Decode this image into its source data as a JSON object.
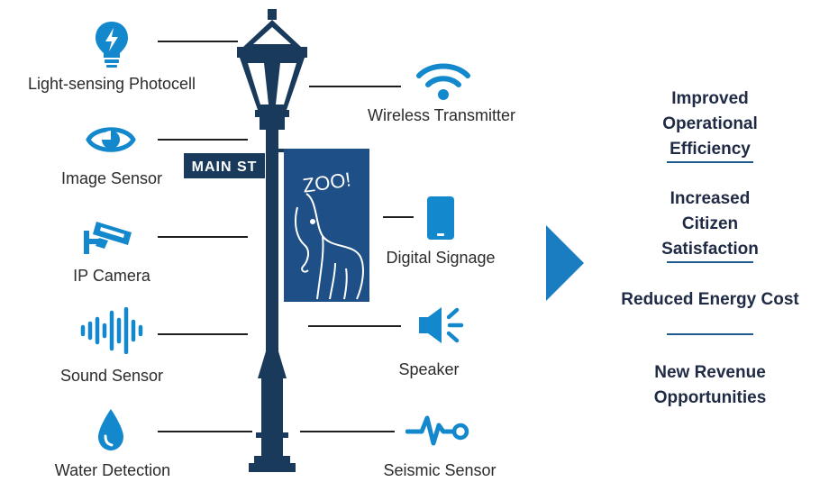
{
  "colors": {
    "icon_blue": "#1488cc",
    "pole_navy": "#1a3a5c",
    "banner_blue": "#1e4f86",
    "arrow_blue": "#1a7dc2",
    "text_dark": "#2b2b2b"
  },
  "sensors_left": [
    {
      "label": "Light-sensing Photocell",
      "icon": "lightbulb-bolt-icon"
    },
    {
      "label": "Image Sensor",
      "icon": "eye-icon"
    },
    {
      "label": "IP Camera",
      "icon": "security-camera-icon"
    },
    {
      "label": "Sound Sensor",
      "icon": "sound-wave-icon"
    },
    {
      "label": "Water Detection",
      "icon": "water-drop-icon"
    }
  ],
  "sensors_right": [
    {
      "label": "Wireless Transmitter",
      "icon": "wifi-icon"
    },
    {
      "label": "Digital Signage",
      "icon": "smartphone-icon"
    },
    {
      "label": "Speaker",
      "icon": "speaker-icon"
    },
    {
      "label": "Seismic Sensor",
      "icon": "seismic-wave-icon"
    }
  ],
  "street_sign": "MAIN ST",
  "banner_text": "ZOO!",
  "benefits": [
    "Improved Operational Efficiency",
    "Increased Citizen Satisfaction",
    "Reduced Energy Cost",
    "New Revenue Opportunities"
  ]
}
